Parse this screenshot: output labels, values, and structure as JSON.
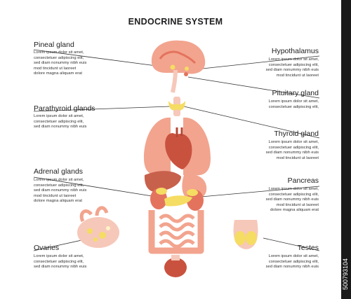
{
  "title": "ENDOCRINE SYSTEM",
  "labels": {
    "pineal": {
      "name": "Pineal gland",
      "text": "Lorem ipsum dolor sit amet,\nconsectetuer adipiscing elit,\nsed diam nonummy nibh euis\nmod tincidunt ut laoreet\ndolore magna aliquam erat"
    },
    "parathyroid": {
      "name": "Parathyroid glands",
      "text": "Lorem ipsum dolor sit amet,\nconsectetuer adipiscing elit,\nsed diam nonummy nibh euis"
    },
    "adrenal": {
      "name": "Adrenal glands",
      "text": "Lorem ipsum dolor sit amet,\nconsectetuer adipiscing elit,\nsed diam nonummy nibh euis\nmod tincidunt ut laoreet\ndolore magna aliquam erat"
    },
    "ovaries": {
      "name": "Ovaries",
      "text": "Lorem ipsum dolor sit amet,\nconsectetuer adipiscing elit,\nsed diam nonummy nibh euis"
    },
    "hypothalamus": {
      "name": "Hypothalamus",
      "text": "Lorem ipsum dolor sit amet,\nconsectetuer adipiscing elit,\nsed diam nonummy nibh euis\nmod tincidunt ut laoreet"
    },
    "pituitary": {
      "name": "Pituitary gland",
      "text": "Lorem ipsum dolor sit amet,\nconsectetuer adipiscing elit,"
    },
    "thyroid": {
      "name": "Thyroid gland",
      "text": "Lorem ipsum dolor sit amet,\nconsectetuer adipiscing elit,\nsed diam nonummy nibh euis\nmod tincidunt ut laoreet"
    },
    "pancreas": {
      "name": "Pancreas",
      "text": "Lorem ipsum dolor sit amet,\nconsectetuer adipiscing elit,\nsed diam nonummy nibh euis\nmod tincidunt ut laoreet\ndolore magna aliquam erat"
    },
    "testes": {
      "name": "Testes",
      "text": "Lorem ipsum dolor sit amet,\nconsectetuer adipiscing elit,\nsed diam nonummy nibh euis"
    }
  },
  "stock_id": "500793104",
  "colors": {
    "organ": "#f2a48e",
    "organ_dark": "#e4735e",
    "heart": "#c9523f",
    "liver": "#c8614c",
    "gland": "#f5dc63",
    "skin": "#f6c8ba",
    "line": "#333333"
  }
}
